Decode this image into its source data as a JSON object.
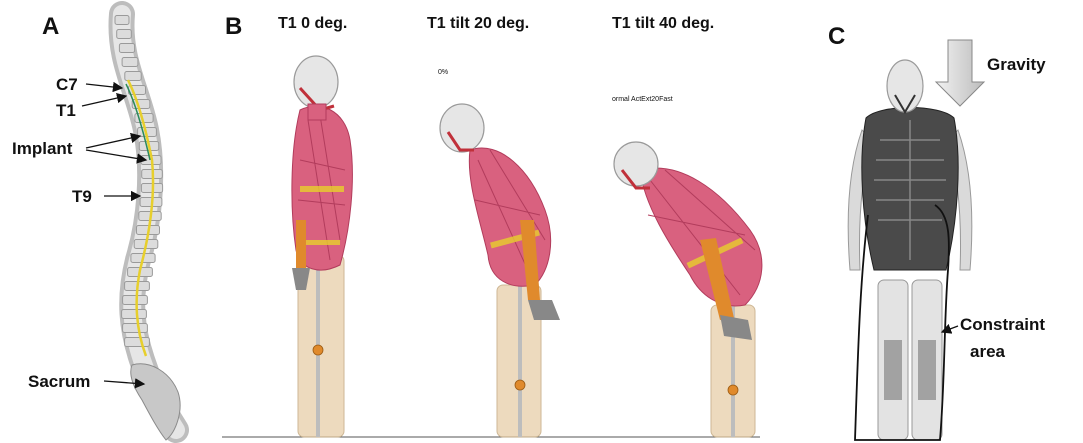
{
  "panels": {
    "a": {
      "letter": "A",
      "labels": {
        "c7": "C7",
        "t1": "T1",
        "implant": "Implant",
        "t9": "T9",
        "sacrum": "Sacrum"
      }
    },
    "b": {
      "letter": "B",
      "figures": [
        {
          "title": "T1  0 deg.",
          "overlay": ""
        },
        {
          "title": "T1 tilt 20 deg.",
          "overlay": "0%"
        },
        {
          "title": "T1 tilt 40 deg.",
          "overlay": "ormal ActExt20Fast"
        }
      ]
    },
    "c": {
      "letter": "C",
      "gravity_label": "Gravity",
      "constraint_label_line1": "Constraint",
      "constraint_label_line2": "area"
    }
  },
  "colors": {
    "muscle": "#d9617f",
    "bone": "#dcdcdc",
    "implant": "#e7cf2c",
    "leg_skin": "#ecd7b8",
    "joint": "#e08a2c"
  }
}
